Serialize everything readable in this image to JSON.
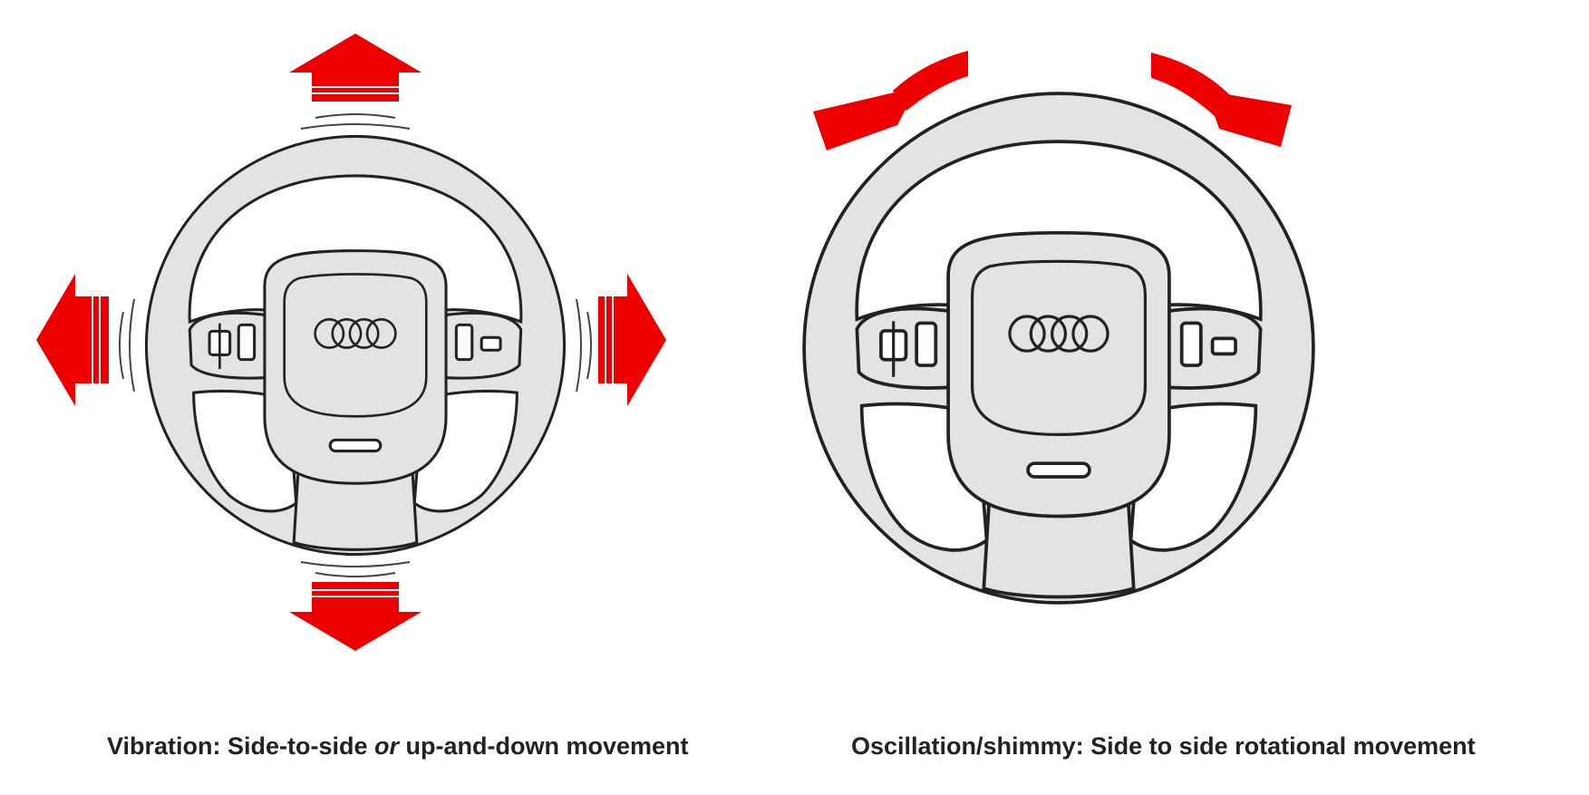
{
  "captions": {
    "vibration": {
      "lead": "Vibration: Side-to-side ",
      "emphasis": "or",
      "tail": " up-and-down movement"
    },
    "oscillation": "Oscillation/shimmy: Side to side rotational movement"
  },
  "colors": {
    "arrow": "#ee0000",
    "wheel_fill": "#e3e3e3",
    "outline": "#222222"
  },
  "icons": {
    "left_panel_arrows": [
      "arrow-up-icon",
      "arrow-down-icon",
      "arrow-left-icon",
      "arrow-right-icon"
    ],
    "right_panel_arrows": [
      "curved-arrow-counterclockwise-icon",
      "curved-arrow-clockwise-icon"
    ]
  }
}
